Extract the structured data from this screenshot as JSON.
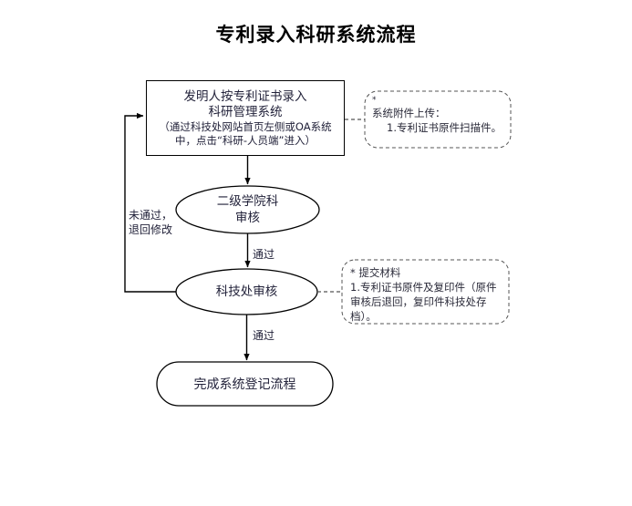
{
  "page": {
    "title": "专利录入科研系统流程",
    "background": "#ffffff",
    "stroke_color": "#000000",
    "text_color": "#22223a"
  },
  "flowchart": {
    "nodes": [
      {
        "id": "entry",
        "shape": "rectangle",
        "lines_main": [
          "发明人按专利证书录入",
          "科研管理系统"
        ],
        "lines_note": [
          "（通过科技处网站首页左侧或OA系统",
          "中，点击“科研-人员端”进入）"
        ]
      },
      {
        "id": "college-review",
        "shape": "ellipse",
        "lines": [
          "二级学院科",
          "审核"
        ]
      },
      {
        "id": "office-review",
        "shape": "ellipse",
        "lines": [
          "科技处审核"
        ]
      },
      {
        "id": "done",
        "shape": "rounded-rectangle",
        "lines": [
          "完成系统登记流程"
        ]
      }
    ],
    "edge_labels": {
      "reject": [
        "未通过，",
        "退回修改"
      ],
      "pass_first": "通过",
      "pass_second": "通过"
    },
    "notes": [
      {
        "id": "upload",
        "marker": "*",
        "lines": [
          "系统附件上传：",
          "1.专利证书原件扫描件。"
        ]
      },
      {
        "id": "submit",
        "lines": [
          "* 提交材料",
          "1.专利证书原件及复印件（原件",
          "审核后退回，复印件科技处存",
          "档）。"
        ]
      }
    ]
  }
}
